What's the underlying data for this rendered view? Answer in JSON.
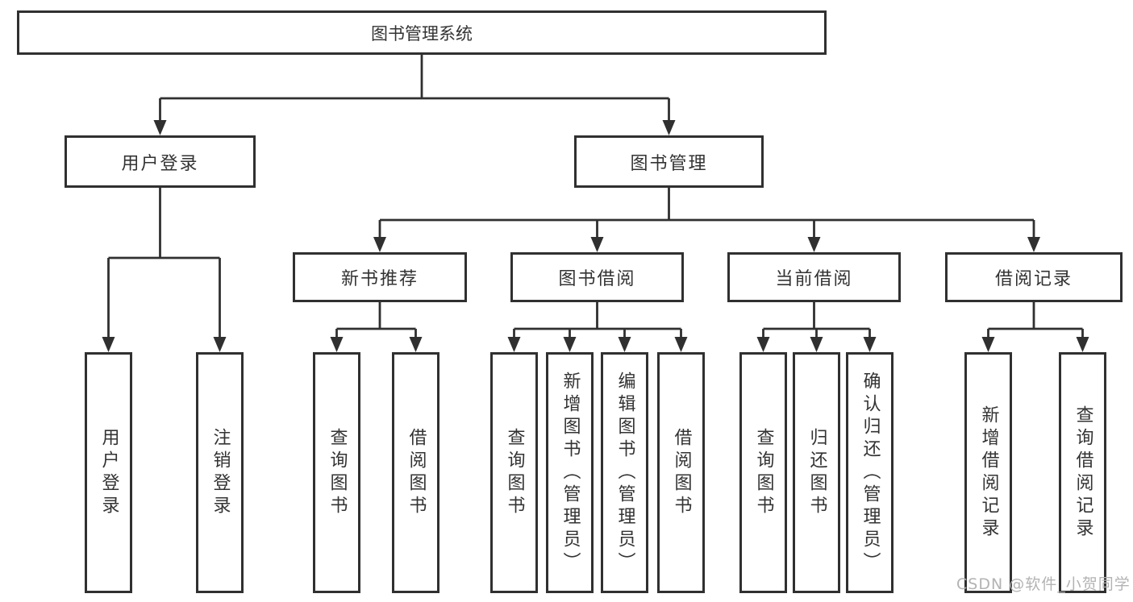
{
  "nodes": {
    "root": "图书管理系统",
    "user_login": "用户登录",
    "book_management": "图书管理",
    "new_book_recommend": "新书推荐",
    "book_borrowing": "图书借阅",
    "current_borrowing": "当前借阅",
    "borrowing_records": "借阅记录",
    "login": "用户登录",
    "logout": "注销登录",
    "nb_query_books": "查询图书",
    "nb_borrow_books": "借阅图书",
    "bb_query_books": "查询图书",
    "bb_add_books": "新增图书（管理员）",
    "bb_edit_books": "编辑图书（管理员）",
    "bb_borrow_books": "借阅图书",
    "cb_query_books": "查询图书",
    "cb_return_books": "归还图书",
    "cb_confirm_return": "确认归还（管理员）",
    "br_add_record": "新增借阅记录",
    "br_query_record": "查询借阅记录"
  },
  "edges": [
    {
      "from": "root",
      "to": [
        "user_login",
        "book_management"
      ]
    },
    {
      "from": "user_login",
      "to": [
        "login",
        "logout"
      ]
    },
    {
      "from": "book_management",
      "to": [
        "new_book_recommend",
        "book_borrowing",
        "current_borrowing",
        "borrowing_records"
      ]
    },
    {
      "from": "new_book_recommend",
      "to": [
        "nb_query_books",
        "nb_borrow_books"
      ]
    },
    {
      "from": "book_borrowing",
      "to": [
        "bb_query_books",
        "bb_add_books",
        "bb_edit_books",
        "bb_borrow_books"
      ]
    },
    {
      "from": "current_borrowing",
      "to": [
        "cb_query_books",
        "cb_return_books",
        "cb_confirm_return"
      ]
    },
    {
      "from": "borrowing_records",
      "to": [
        "br_add_record",
        "br_query_record"
      ]
    }
  ],
  "watermark": "CSDN @软件_小贺同学",
  "colors": {
    "line": "#303030",
    "text": "#333333",
    "watermark": "#b3b3b3",
    "background": "#ffffff"
  }
}
